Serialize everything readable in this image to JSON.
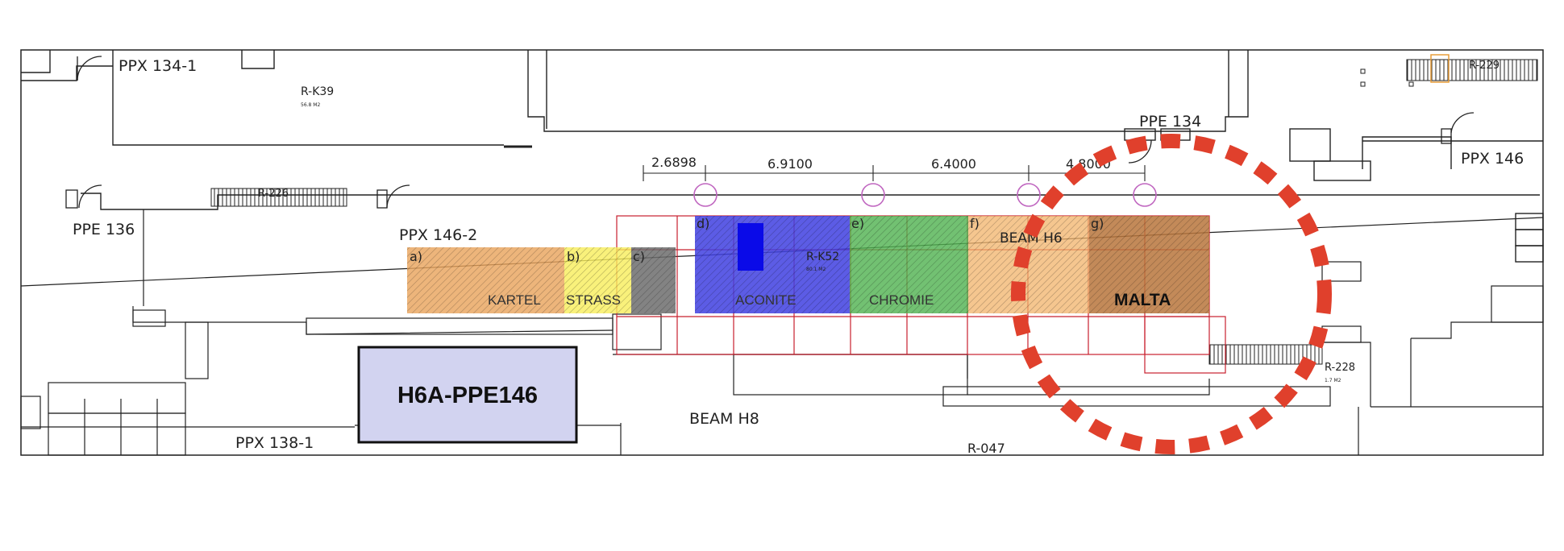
{
  "room_labels": {
    "ppx_134_1": "PPX 134-1",
    "r_k39": "R-K39",
    "r_k39_area": "56.8 M2",
    "ppe_134": "PPE 134",
    "ppx_146": "PPX 146",
    "r_229": "R-229",
    "ppe_136": "PPE 136",
    "r_226": "R-226",
    "ppx_146_2": "PPX 146-2",
    "r_k52": "R-K52",
    "r_k52_area": "80.1 M2",
    "beam_h6": "BEAM H6",
    "beam_h8": "BEAM H8",
    "r_228": "R-228",
    "r_228_area": "1.7 M2",
    "ppx_138_1": "PPX 138-1",
    "r_047": "R-047"
  },
  "dimensions": [
    "2.6898",
    "6.9100",
    "6.4000",
    "4.8000"
  ],
  "zones": [
    {
      "letter": "a)",
      "name": "KARTEL",
      "color": "#e8a35a"
    },
    {
      "letter": "b)",
      "name": "STRASS",
      "color": "#f7ee5a"
    },
    {
      "letter": "c)",
      "name": "",
      "color": "#6d6d6d"
    },
    {
      "letter": "d)",
      "name": "ACONITE",
      "color": "#4040e0"
    },
    {
      "letter": "e)",
      "name": "CHROMIE",
      "color": "#4fb24f"
    },
    {
      "letter": "f)",
      "name": "",
      "color": "#f1b36a"
    },
    {
      "letter": "g)",
      "name": "MALTA",
      "color": "#b9763c"
    }
  ],
  "highlight_box": {
    "label": "H6A-PPE146",
    "fill": "#d2d3f0"
  },
  "focus_circle_color": "#e0402c"
}
